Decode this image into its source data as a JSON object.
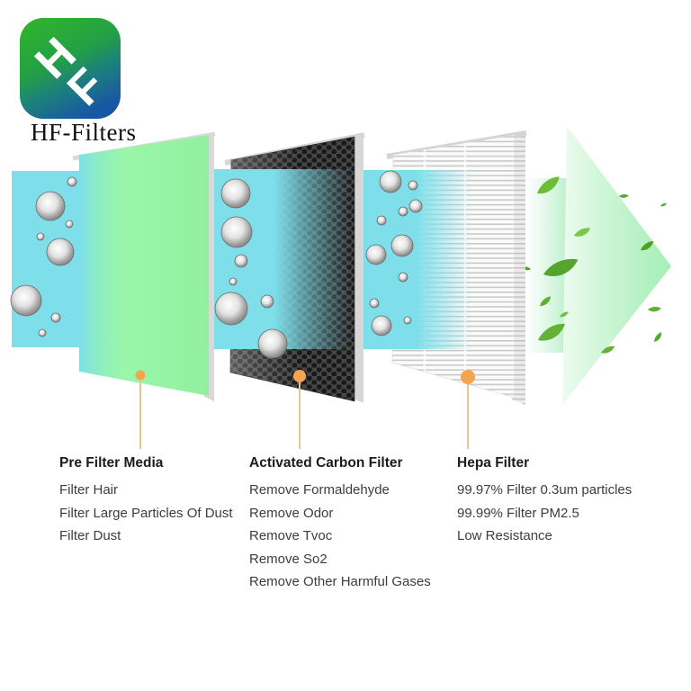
{
  "brand": {
    "name": "HF-Filters",
    "monogram_h": "H",
    "monogram_f": "F"
  },
  "stages": [
    {
      "title": "Pre Filter Media",
      "items": [
        "Filter Hair",
        "Filter Large Particles Of Dust",
        "Filter Dust"
      ]
    },
    {
      "title": "Activated Carbon Filter",
      "items": [
        "Remove Formaldehyde",
        "Remove Odor",
        "Remove Tvoc",
        "Remove So2",
        "Remove Other Harmful Gases"
      ]
    },
    {
      "title": "Hepa Filter",
      "items": [
        "99.97% Filter 0.3um particles",
        "99.99% Filter PM2.5",
        "Low Resistance"
      ]
    }
  ],
  "colors": {
    "stream_blue": "#7EDFEA",
    "pre_filter_green": "#95F2A3",
    "carbon_dark": "#464646",
    "hepa_white": "#FBFBFB",
    "arrow_green": "#A5EEB6",
    "leaf_green": "#5FAF33",
    "callout_dot_orange": "#F4A54F",
    "callout_line_tan": "#E6C88F",
    "logo_green": "#2FB42C",
    "logo_blue": "#1956A4"
  }
}
